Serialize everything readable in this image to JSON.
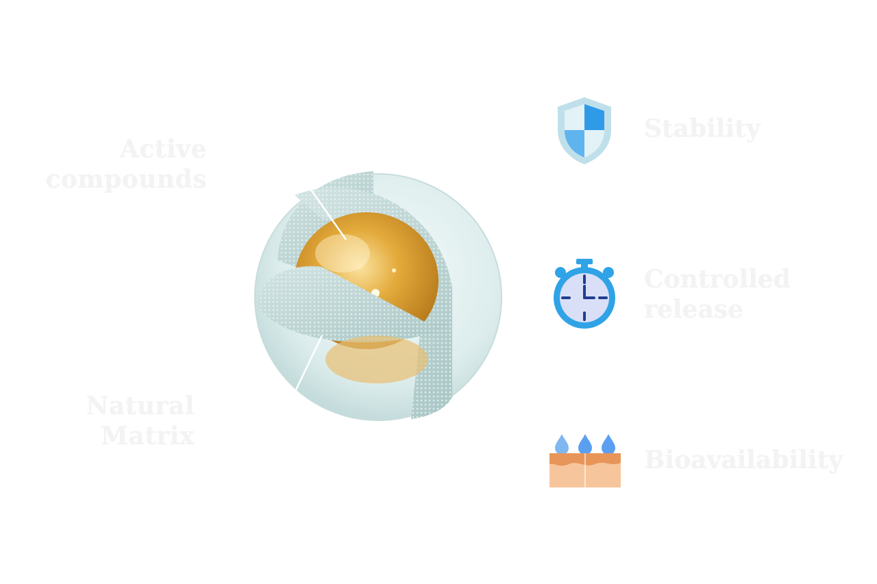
{
  "labels": {
    "active_line1": "Active",
    "active_line2": "compounds",
    "matrix_line1": "Natural",
    "matrix_line2": "Matrix"
  },
  "features": [
    {
      "icon": "shield-icon",
      "line1": "Stability",
      "line2": ""
    },
    {
      "icon": "stopwatch-icon",
      "line1": "Controlled",
      "line2": "release"
    },
    {
      "icon": "skin-absorption-icon",
      "line1": "Bioavailability",
      "line2": ""
    }
  ],
  "colors": {
    "sphere_shell": "#d9ecec",
    "matrix_layer": "#b9d3d2",
    "core": "#e0a93a",
    "shield_light": "#bfe0ea",
    "shield_dark": "#2f9be8",
    "stopwatch_face": "#d9dff7",
    "stopwatch_ring": "#2fa3e6",
    "drops": "#5b9ff0",
    "skin": "#f7c59c"
  }
}
